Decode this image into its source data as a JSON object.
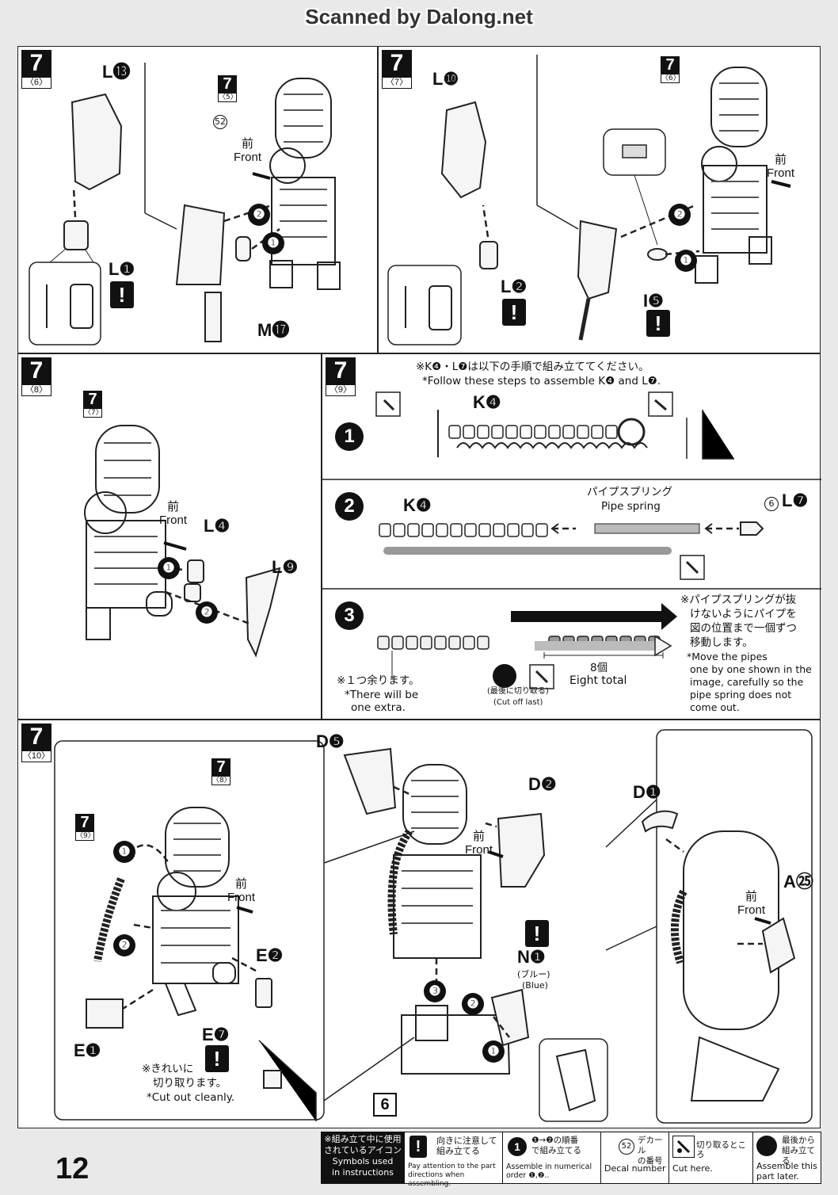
{
  "header": {
    "text": "Scanned by Dalong.net"
  },
  "step_main": "7",
  "panels": {
    "p6": {
      "sub": "〈6〉",
      "ref_prev": {
        "big": "7",
        "sub": "〈5〉"
      },
      "parts": [
        "L⓭",
        "L❶",
        "M⓱"
      ],
      "decal": "52",
      "front_jp": "前",
      "front_en": "Front",
      "order": [
        "❷",
        "❶"
      ]
    },
    "p7": {
      "sub": "〈7〉",
      "ref_prev": {
        "big": "7",
        "sub": "〈6〉"
      },
      "parts": [
        "L❿",
        "L❷",
        "I❺"
      ],
      "front_jp": "前",
      "front_en": "Front",
      "order": [
        "❷",
        "❶"
      ]
    },
    "p8": {
      "sub": "〈8〉",
      "ref_prev": {
        "big": "7",
        "sub": "〈7〉"
      },
      "parts": [
        "L❹",
        "L❾"
      ],
      "front_jp": "前",
      "front_en": "Front",
      "order": [
        "❶",
        "❷"
      ]
    },
    "p9": {
      "sub": "〈9〉",
      "intro_jp": "※K❹・L❼は以下の手順で組み立ててください。",
      "intro_en": "*Follow these steps to assemble K❹ and L❼.",
      "s1": {
        "num": "1",
        "part": "K❹"
      },
      "s2": {
        "num": "2",
        "part": "K❹",
        "spring_jp": "パイプスプリング",
        "spring_en": "Pipe spring",
        "decal": "6",
        "part2": "L❼"
      },
      "s3": {
        "num": "3",
        "count_jp": "8個",
        "count_en": "Eight total",
        "extra_jp": "※１つ余ります。",
        "extra_en1": "*There will be",
        "extra_en2": "one extra.",
        "cut_jp": "(最後に切り取る)",
        "cut_en": "(Cut off last)",
        "note_jp1": "※パイプスプリングが抜",
        "note_jp2": "けないようにパイプを",
        "note_jp3": "図の位置まで一個ずつ",
        "note_jp4": "移動します。",
        "note_en1": "*Move the pipes",
        "note_en2": "one by one shown in the",
        "note_en3": "image, carefully so the",
        "note_en4": "pipe spring does not",
        "note_en5": "come out."
      }
    },
    "p10": {
      "sub": "〈10〉",
      "ref_a": {
        "big": "7",
        "sub": "〈8〉"
      },
      "ref_b": {
        "big": "7",
        "sub": "〈9〉"
      },
      "parts": [
        "E❷",
        "E❼",
        "E❶",
        "D❺",
        "D❷",
        "D❶",
        "A㉕",
        "N❶"
      ],
      "front_jp": "前",
      "front_en": "Front",
      "cut_jp1": "※きれいに",
      "cut_jp2": "切り取ります。",
      "cut_en": "*Cut out cleanly.",
      "blue_jp": "(ブルー)",
      "blue_en": "(Blue)",
      "base": "6",
      "order": [
        "❶",
        "❷",
        "❸"
      ]
    }
  },
  "legend": {
    "title_jp1": "※組み立て中に使用",
    "title_jp2": "されているアイコン",
    "title_en1": "Symbols used",
    "title_en2": "in instructions",
    "items": [
      {
        "icon": "!",
        "jp1": "向きに注意して",
        "jp2": "組み立てる",
        "en1": "Pay attention to the part",
        "en2": "directions when assembling."
      },
      {
        "icon": "❶",
        "jp1": "❶→❷の順番",
        "jp2": "で組み立てる",
        "en1": "Assemble in numerical",
        "en2": "order ❶,❷.."
      },
      {
        "icon": "52",
        "jp1": "デカール",
        "jp2": "の番号",
        "en1": "Decal number",
        "en2": ""
      },
      {
        "icon": "cut",
        "jp1": "切り取るところ",
        "jp2": "",
        "en1": "Cut here.",
        "en2": ""
      },
      {
        "icon": "later",
        "jp1": "最後から",
        "jp2": "組み立てる",
        "en1": "Assemble this",
        "en2": "part later."
      }
    ]
  },
  "page_number": "12"
}
